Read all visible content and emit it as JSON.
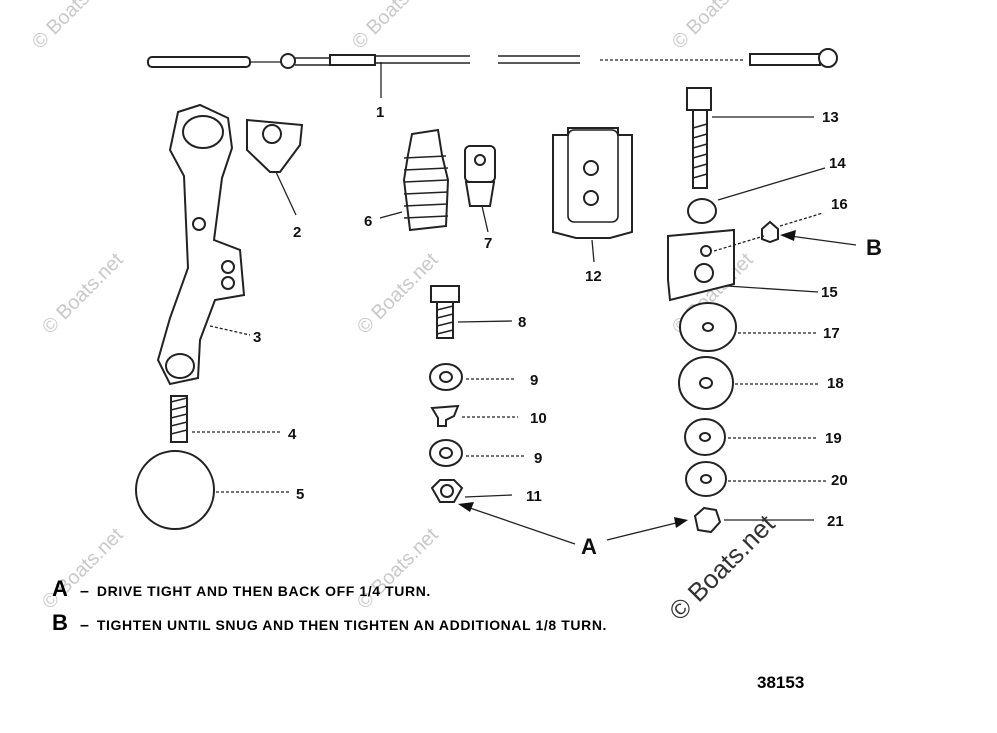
{
  "diagram": {
    "callouts": [
      "1",
      "2",
      "3",
      "4",
      "5",
      "6",
      "7",
      "8",
      "9",
      "10",
      "9",
      "11",
      "12",
      "13",
      "14",
      "16",
      "B",
      "15",
      "17",
      "18",
      "19",
      "20",
      "21",
      "A"
    ],
    "notes": [
      {
        "key": "A",
        "text": "DRIVE TIGHT AND THEN BACK OFF 1/4 TURN."
      },
      {
        "key": "B",
        "text": "TIGHTEN UNTIL SNUG AND THEN TIGHTEN AN ADDITIONAL 1/8 TURN."
      }
    ],
    "note_dash": "–",
    "figure_number": "38153",
    "watermark": "© Boats.net"
  }
}
